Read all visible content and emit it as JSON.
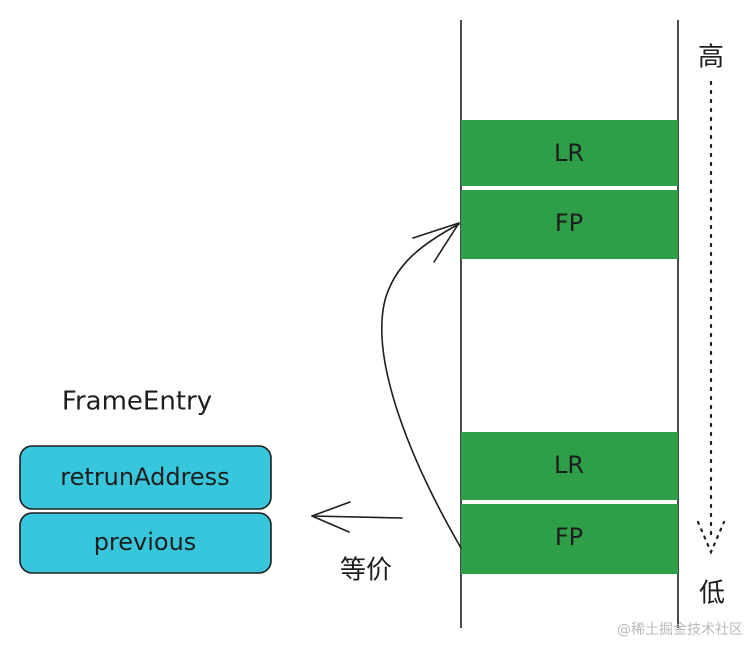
{
  "stack": {
    "high_label": "高",
    "low_label": "低",
    "frames": [
      {
        "lr_label": "LR",
        "fp_label": "FP"
      },
      {
        "lr_label": "LR",
        "fp_label": "FP"
      }
    ],
    "block_color": "#2e9e48",
    "line_color": "#1e1e1e"
  },
  "frame_entry": {
    "title": "FrameEntry",
    "fields": [
      "retrunAddress",
      "previous"
    ],
    "field_color": "#38c6dc",
    "border_color": "#1e1e1e"
  },
  "equivalence_label": "等价",
  "watermark": "@稀土掘金技术社区"
}
